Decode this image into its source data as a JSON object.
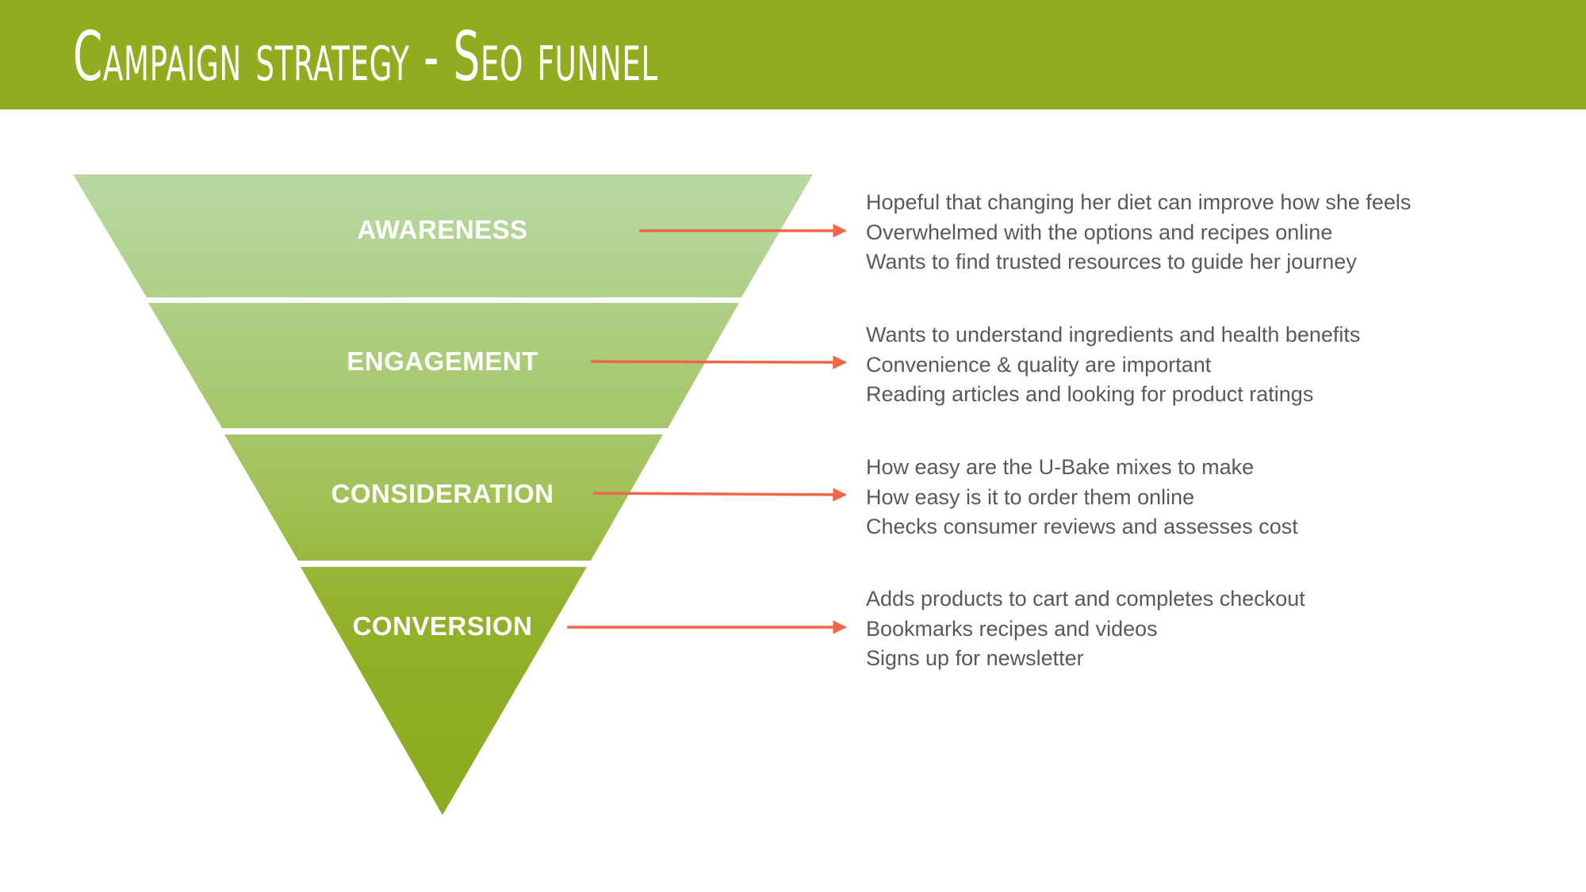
{
  "header": {
    "title": "Campaign strategy - Seo funnel"
  },
  "colors": {
    "header_bg": "#8fad1f",
    "arrow": "#f0664a",
    "text": "#595959"
  },
  "funnel": {
    "stages": [
      {
        "label": "AWARENESS",
        "details": [
          "Hopeful that changing her diet can improve how she feels",
          "Overwhelmed with the options and recipes online",
          "Wants to find trusted resources to guide her journey"
        ]
      },
      {
        "label": "ENGAGEMENT",
        "details": [
          "Wants to understand ingredients and health benefits",
          "Convenience & quality are important",
          "Reading articles and looking for product ratings"
        ]
      },
      {
        "label": "CONSIDERATION",
        "details": [
          "How easy are the U-Bake mixes to make",
          "How easy is it to order them online",
          "Checks consumer reviews and assesses cost"
        ]
      },
      {
        "label": "CONVERSION",
        "details": [
          "Adds products to cart and completes checkout",
          "Bookmarks recipes and videos",
          "Signs up for newsletter"
        ]
      }
    ]
  }
}
